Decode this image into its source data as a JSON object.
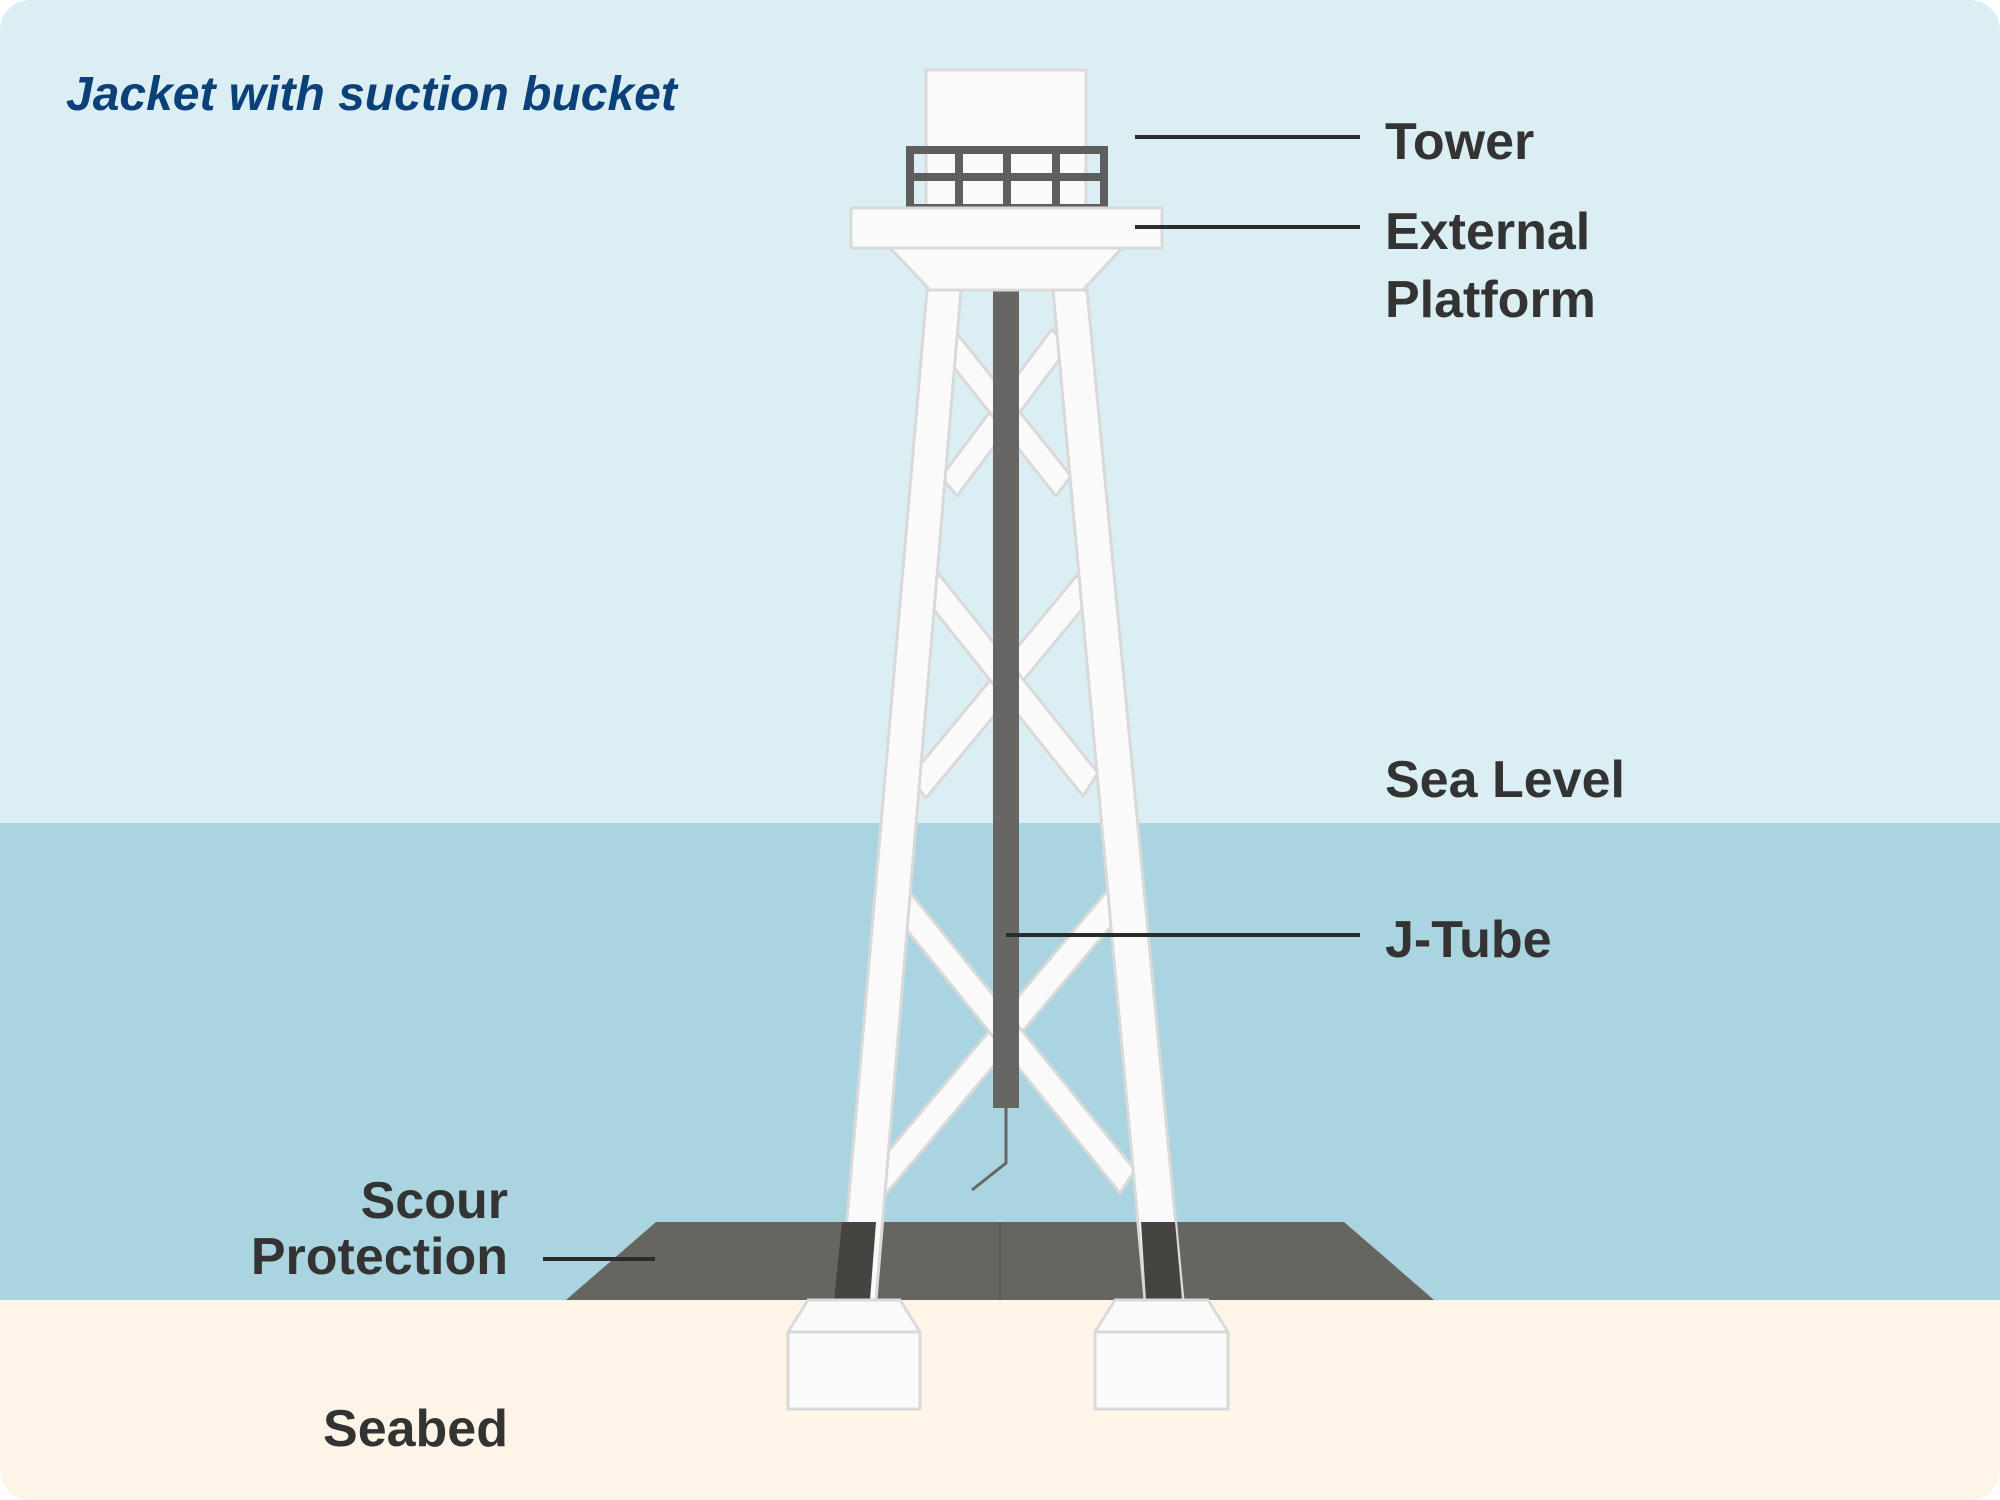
{
  "title": "Jacket with suction bucket",
  "labels": {
    "tower": "Tower",
    "external_platform_line1": "External",
    "external_platform_line2": "Platform",
    "sea_level": "Sea Level",
    "j_tube": "J-Tube",
    "scour_protection_line1": "Scour",
    "scour_protection_line2": "Protection",
    "seabed": "Seabed"
  },
  "colors": {
    "sky": "#dbeef3",
    "sea": "#aad4df",
    "seabed": "#fff4e8",
    "structure": "#fafafa",
    "structure_outline": "#d9d9d9",
    "scour": "#676560",
    "j_tube": "#686664",
    "railing": "#5e5e5e",
    "title": "#0b4178",
    "label": "#333333"
  }
}
